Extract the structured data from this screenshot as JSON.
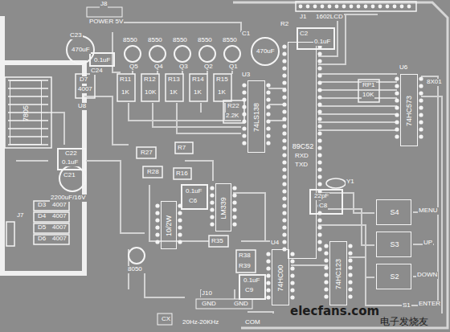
{
  "diagram": {
    "nodes": [
      {
        "text": [
          "7805"
        ]
      },
      {
        "text": [
          "74LS138"
        ]
      },
      {
        "text": [
          "89C52"
        ]
      },
      {
        "text": [
          "74HC573"
        ]
      },
      {
        "text": [
          "LM339"
        ]
      },
      {
        "text": [
          "74HC00"
        ]
      },
      {
        "text": [
          "74HC123"
        ]
      },
      {
        "text": [
          "S4"
        ]
      },
      {
        "text": [
          "S3"
        ]
      },
      {
        "text": [
          "S2"
        ]
      },
      {
        "text": [
          "10/2W"
        ]
      }
    ],
    "labels": [
      "J8",
      "POWER 5V",
      "C23",
      "470uF",
      "0.1uF",
      "C24",
      "8550",
      "8550",
      "8550",
      "8550",
      "8550",
      "Q5",
      "Q4",
      "Q3",
      "Q2",
      "Q1",
      "R11",
      "R12",
      "R13",
      "R14",
      "R15",
      "1K",
      "10K",
      "1K",
      "1K",
      "1K",
      "R22",
      "2.2K",
      "C1",
      "470uF",
      "R2",
      "J1",
      "1602LCD",
      "C2",
      "0.1uF",
      "U3",
      "RP1",
      "10K",
      "U6",
      "8X01",
      "RXD",
      "TXD",
      "22pF",
      "C8",
      "Y1",
      "MENU",
      "UP",
      "DOWN",
      "ENTER",
      "S1",
      "U8",
      "D7",
      "4007",
      "C22",
      "0.1uF",
      "C21",
      "2200uF/16V",
      "J7",
      "D3",
      "4007",
      "D4",
      "4007",
      "D5",
      "4007",
      "D6",
      "4007",
      "R27",
      "R28",
      "R7",
      "R16",
      "0.1uF",
      "C6",
      "8050",
      "R35",
      "R38",
      "R39",
      "U4",
      "0.1uF",
      "C9",
      "J10",
      "GND",
      "20Hz-20KHz",
      "GND",
      "COM",
      "CX",
      "elecfans.com",
      "电子发烧友"
    ]
  }
}
